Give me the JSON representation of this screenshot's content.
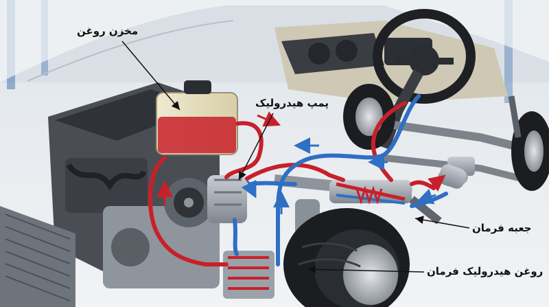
{
  "labels": {
    "reservoir": "مخزن روغن",
    "pump": "پمپ هیدرولیک",
    "steering_gearbox": "جعبه فرمان",
    "hydraulic_fluid": "روغن هیدرولیک فرمان"
  },
  "colors": {
    "high_pressure_line": "#c8202a",
    "return_line": "#2f6fc4",
    "fluid": "#c8202a",
    "background": "#e9edf1",
    "tire": "#1b1d21"
  },
  "icons": [
    "flow-arrow-icon"
  ]
}
